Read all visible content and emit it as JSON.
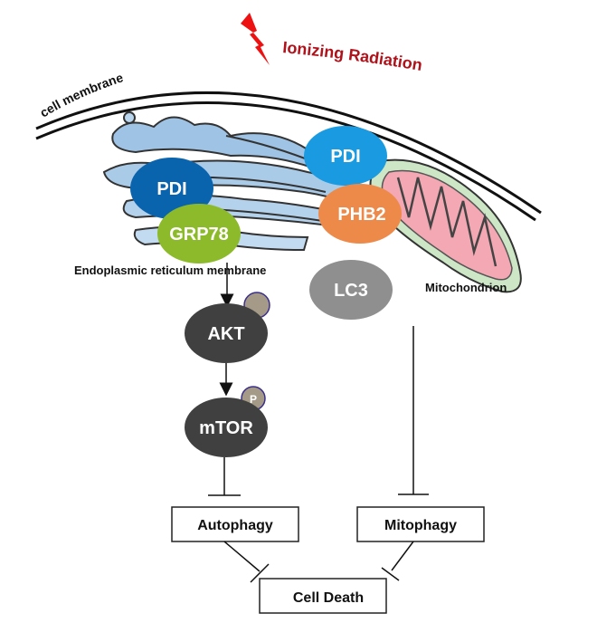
{
  "title": "Ionizing radiation induced autophagy / mitophagy pathway",
  "stimulus": {
    "label": "Ionizing Radiation",
    "icon": "lightning-bolt-icon",
    "color": "#b0121b",
    "bolt_color": "#ee1111"
  },
  "compartments": {
    "cell_membrane": "cell membrane",
    "er_membrane": "Endoplasmic reticulum membrane",
    "mitochondrion": "Mitochondrion"
  },
  "proteins": {
    "pdi_er": {
      "label": "PDI",
      "color": "#0a64ad"
    },
    "grp78": {
      "label": "GRP78",
      "color": "#8cba2a"
    },
    "pdi_mito": {
      "label": "PDI",
      "color": "#1a9ae0"
    },
    "phb2": {
      "label": "PHB2",
      "color": "#ee8a49"
    },
    "lc3": {
      "label": "LC3",
      "color": "#8f8f8f"
    },
    "akt": {
      "label": "AKT",
      "color": "#404040"
    },
    "mtor": {
      "label": "mTOR",
      "color": "#404040"
    }
  },
  "phospho": {
    "label": "P",
    "color": "#a59a87",
    "border": "#3b2f8a"
  },
  "processes": {
    "autophagy": "Autophagy",
    "mitophagy": "Mitophagy",
    "cell_death": "Cell Death"
  },
  "edges": [
    {
      "from": "GRP78",
      "to": "AKT",
      "type": "activation"
    },
    {
      "from": "AKT",
      "to": "mTOR",
      "type": "activation"
    },
    {
      "from": "mTOR",
      "to": "Autophagy",
      "type": "inhibition"
    },
    {
      "from": "LC3",
      "to": "Mitophagy",
      "type": "inhibition"
    },
    {
      "from": "Autophagy",
      "to": "Cell Death",
      "type": "inhibition"
    },
    {
      "from": "Mitophagy",
      "to": "Cell Death",
      "type": "inhibition"
    }
  ]
}
